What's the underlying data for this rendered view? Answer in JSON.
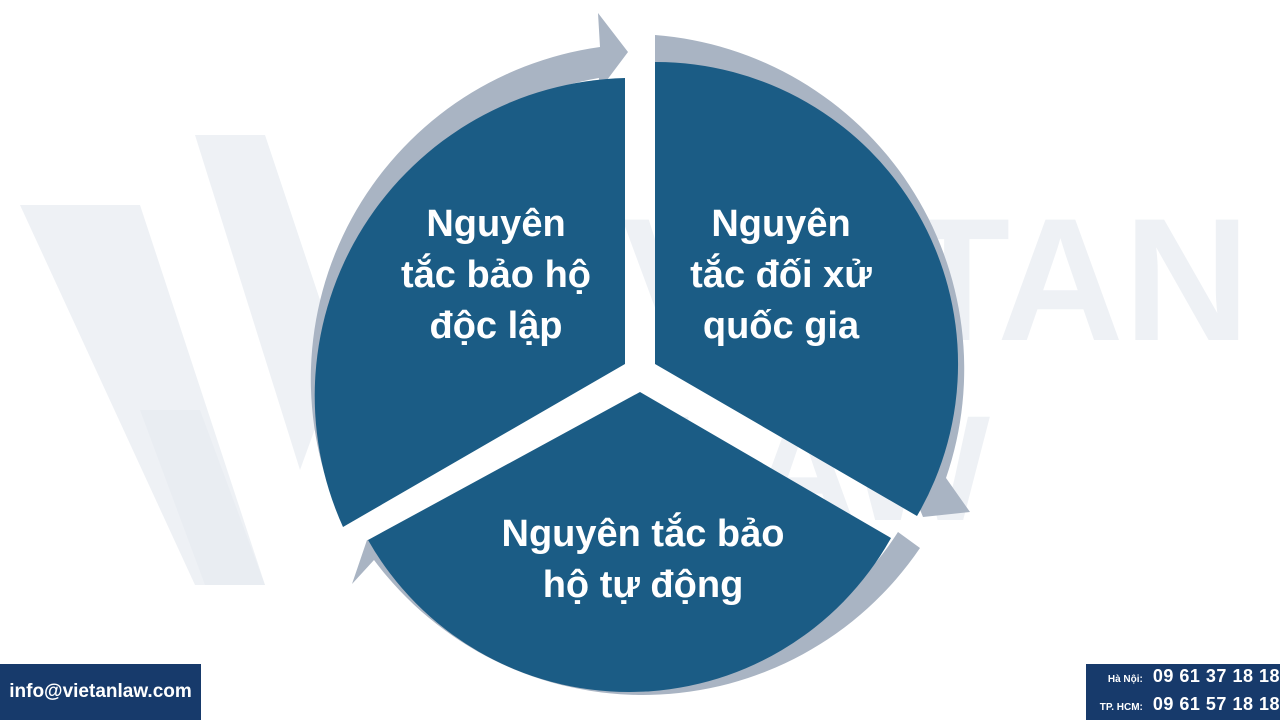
{
  "diagram": {
    "segments": [
      {
        "lines": [
          "Nguyên",
          "tắc bảo hộ",
          "độc lập"
        ]
      },
      {
        "lines": [
          "Nguyên",
          "tắc đối xử",
          "quốc gia"
        ]
      },
      {
        "lines": [
          "Nguyên tắc bảo",
          "hộ tự động"
        ]
      }
    ]
  },
  "watermark": {
    "brand": "VIETAN",
    "sub": "LAW"
  },
  "footer": {
    "email": "info@vietanlaw.com",
    "phones": [
      {
        "city": "Hà Nội:",
        "number": "09 61 37 18 18"
      },
      {
        "city": "TP. HCM:",
        "number": "09 61 57 18 18"
      }
    ]
  },
  "colors": {
    "segment_fill": "#1b5c85",
    "ring_fill": "#a9b4c3",
    "footer_bg": "#173a6b",
    "watermark": "#eef1f5"
  }
}
